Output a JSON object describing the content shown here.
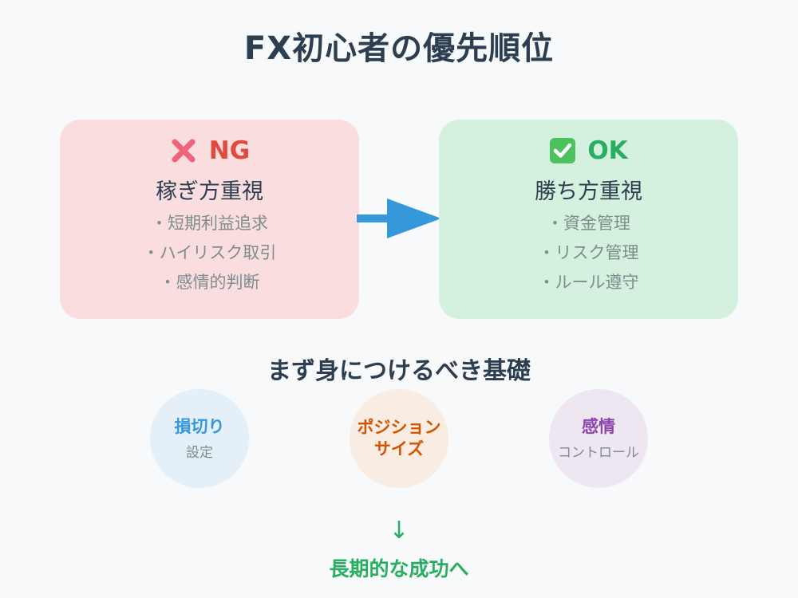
{
  "title": "FX初心者の優先順位",
  "ng_card": {
    "badge": "NG",
    "heading": "稼ぎ方重視",
    "items": [
      "・短期利益追求",
      "・ハイリスク取引",
      "・感情的判断"
    ]
  },
  "ok_card": {
    "badge": "OK",
    "heading": "勝ち方重視",
    "items": [
      "・資金管理",
      "・リスク管理",
      "・ルール遵守"
    ]
  },
  "basics": {
    "heading": "まず身につけるべき基礎",
    "circles": [
      {
        "main": "損切り",
        "sub": "設定"
      },
      {
        "main_line1": "ポジション",
        "main_line2": "サイズ"
      },
      {
        "main": "感情",
        "sub": "コントロール"
      }
    ]
  },
  "goal": {
    "arrow": "↓",
    "label": "長期的な成功へ"
  },
  "colors": {
    "ng": "#e04a3c",
    "ok": "#27ae60",
    "arrow": "#3498db",
    "circle1": "#3498db",
    "circle2": "#d35400",
    "circle3": "#8e44ad"
  },
  "icons": {
    "ng": "cross-mark-icon",
    "ok": "check-mark-icon",
    "flow": "right-arrow-icon"
  }
}
